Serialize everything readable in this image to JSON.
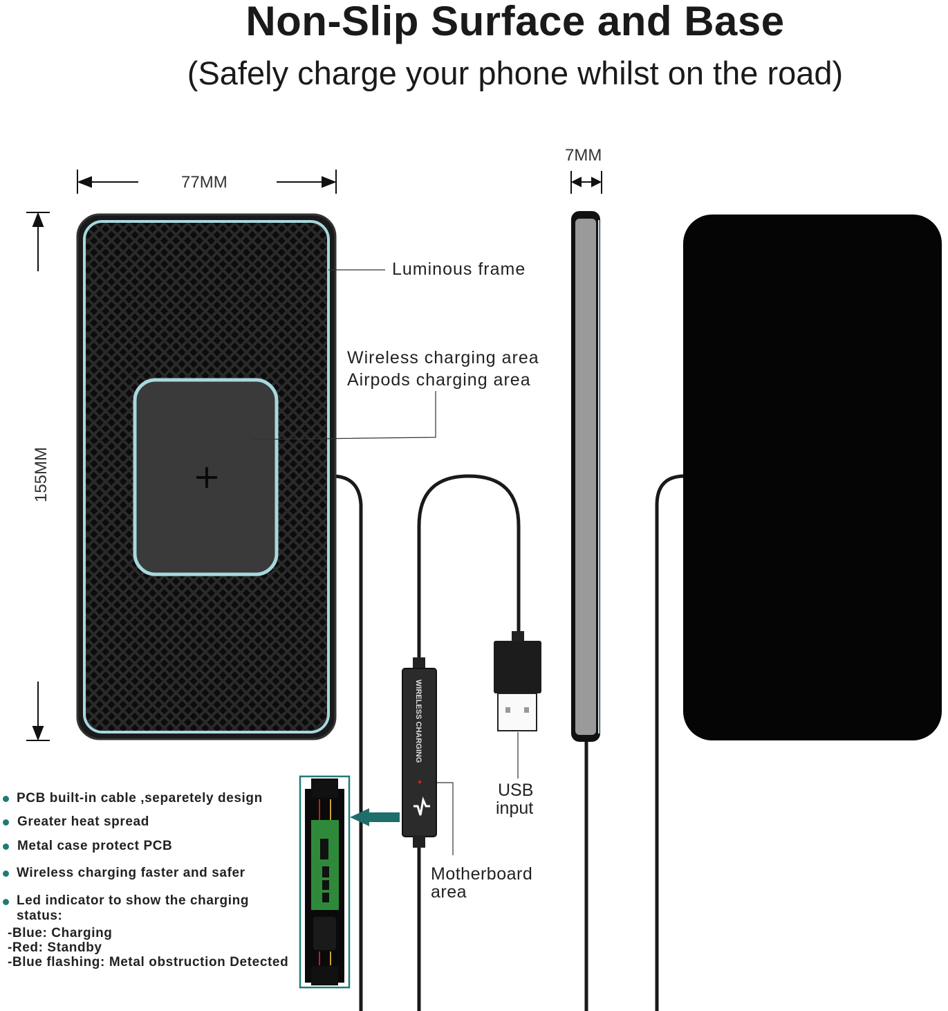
{
  "header": {
    "title": "Non-Slip Surface and Base",
    "subtitle": "(Safely charge your phone whilst on the road)"
  },
  "dimensions": {
    "width": "77MM",
    "height": "155MM",
    "thickness": "7MM"
  },
  "callouts": {
    "luminous_frame": "Luminous frame",
    "wireless_area": "Wireless charging area",
    "airpods_area": "Airpods charging area",
    "usb_line1": "USB",
    "usb_line2": "input",
    "motherboard_line1": "Motherboard",
    "motherboard_line2": "area",
    "module_text": "WIRELESS CHARGING"
  },
  "features": [
    "PCB built-in cable ,separetely design",
    "Greater heat spread",
    "Metal case protect PCB",
    "Wireless charging faster and safer",
    "Led indicator to show the charging",
    "status:"
  ],
  "led_status": [
    "-Blue: Charging",
    "-Red: Standby",
    "-Blue flashing: Metal obstruction Detected"
  ],
  "colors": {
    "accent": "#1f7a78",
    "frame_glow": "#a8d8df",
    "device": "#111111"
  }
}
